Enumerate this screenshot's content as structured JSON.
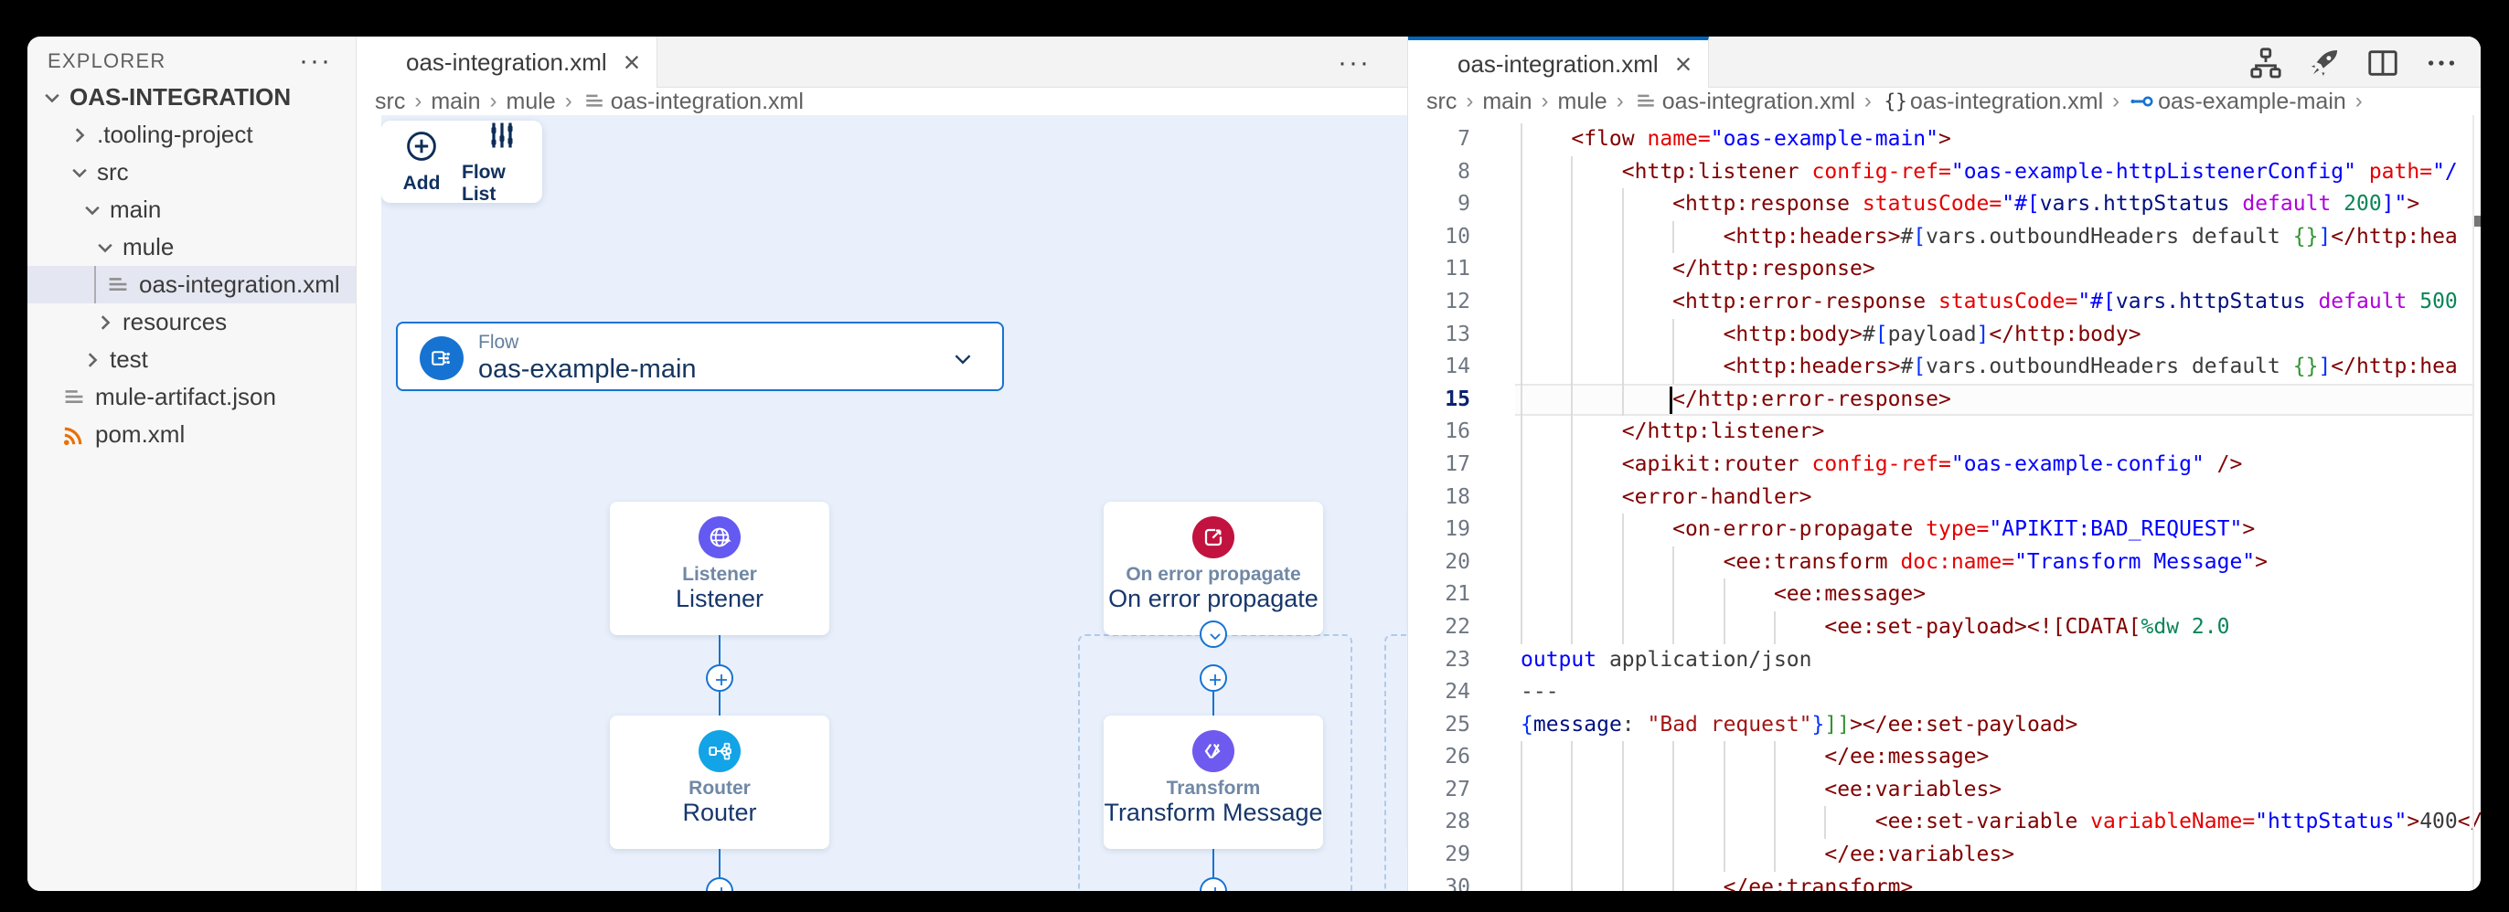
{
  "sidebar": {
    "title": "EXPLORER",
    "tree": [
      {
        "label": "OAS-INTEGRATION",
        "level": 0,
        "kind": "folder",
        "chevron": "down",
        "root": true
      },
      {
        "label": ".tooling-project",
        "level": 1,
        "kind": "folder",
        "chevron": "right"
      },
      {
        "label": "src",
        "level": 1,
        "kind": "folder",
        "chevron": "down"
      },
      {
        "label": "main",
        "level": 2,
        "kind": "folder",
        "chevron": "down"
      },
      {
        "label": "mule",
        "level": 3,
        "kind": "folder",
        "chevron": "down"
      },
      {
        "label": "oas-integration.xml",
        "level": 4,
        "kind": "file",
        "icon": "file-lines-icon",
        "selected": true
      },
      {
        "label": "resources",
        "level": 3,
        "kind": "folder",
        "chevron": "right"
      },
      {
        "label": "test",
        "level": 2,
        "kind": "folder",
        "chevron": "right"
      },
      {
        "label": "mule-artifact.json",
        "level": 1,
        "kind": "file",
        "icon": "file-lines-icon"
      },
      {
        "label": "pom.xml",
        "level": 1,
        "kind": "file",
        "icon": "pom-xml-icon"
      }
    ]
  },
  "canvas_editor": {
    "tab": {
      "label": "oas-integration.xml",
      "close": "×"
    },
    "breadcrumbs": [
      {
        "label": "src"
      },
      {
        "label": "main"
      },
      {
        "label": "mule"
      },
      {
        "label": "oas-integration.xml",
        "icon": "file-lines-icon"
      }
    ],
    "toolbar": {
      "add_label": "Add",
      "flow_list_label": "Flow List"
    },
    "flow_selector": {
      "type_label": "Flow",
      "value": "oas-example-main"
    },
    "columns": [
      {
        "error_scope": false,
        "partial": false,
        "nodes": [
          {
            "subtitle": "Listener",
            "title": "Listener",
            "icon": "globe-listener-icon",
            "color": "#6459f0"
          },
          {
            "subtitle": "Router",
            "title": "Router",
            "icon": "router-icon",
            "color": "#12a4e6"
          }
        ]
      },
      {
        "error_scope": true,
        "partial": false,
        "nodes": [
          {
            "subtitle": "On error propagate",
            "title": "On error propagate",
            "icon": "error-propagate-icon",
            "color": "#c2123f"
          },
          {
            "subtitle": "Transform",
            "title": "Transform Message",
            "icon": "transform-icon",
            "color": "#6e5aee"
          }
        ]
      },
      {
        "error_scope": true,
        "partial": true,
        "nodes": [
          {
            "subtitle": "",
            "title": "",
            "icon": "",
            "color": ""
          },
          {
            "subtitle": "",
            "title": "",
            "icon": "",
            "color": ""
          }
        ]
      }
    ]
  },
  "code_editor": {
    "tab": {
      "label": "oas-integration.xml",
      "close": "×"
    },
    "actions": [
      {
        "name": "flow-diagram-icon"
      },
      {
        "name": "deploy-rocket-icon"
      },
      {
        "name": "split-editor-icon"
      },
      {
        "name": "more-actions-icon"
      }
    ],
    "breadcrumbs": [
      {
        "label": "src"
      },
      {
        "label": "main"
      },
      {
        "label": "mule"
      },
      {
        "label": "oas-integration.xml",
        "icon": "file-lines-icon"
      },
      {
        "label": "oas-integration.xml",
        "icon": "braces-icon"
      },
      {
        "label": "oas-example-main",
        "icon": "symbol-flow-icon"
      }
    ],
    "breadcrumbs_trailing_chevron": true,
    "code": {
      "active_line": 15,
      "cursor": {
        "line": 15,
        "col": 12
      },
      "lines": [
        {
          "n": 7,
          "tokens": [
            [
              "x",
              "    "
            ],
            [
              "t",
              "<flow"
            ],
            [
              "x",
              " "
            ],
            [
              "a",
              "name="
            ],
            [
              "s",
              "\"oas-example-main\""
            ],
            [
              "t",
              ">"
            ]
          ]
        },
        {
          "n": 8,
          "tokens": [
            [
              "x",
              "        "
            ],
            [
              "t",
              "<http:listener"
            ],
            [
              "x",
              " "
            ],
            [
              "a",
              "config-ref="
            ],
            [
              "s",
              "\"oas-example-httpListenerConfig\""
            ],
            [
              "x",
              " "
            ],
            [
              "a",
              "path="
            ],
            [
              "s",
              "\"/"
            ]
          ]
        },
        {
          "n": 9,
          "tokens": [
            [
              "x",
              "            "
            ],
            [
              "t",
              "<http:response"
            ],
            [
              "x",
              " "
            ],
            [
              "a",
              "statusCode="
            ],
            [
              "s",
              "\"#["
            ],
            [
              "v",
              "vars.httpStatus"
            ],
            [
              "x",
              " "
            ],
            [
              "k",
              "default"
            ],
            [
              "x",
              " "
            ],
            [
              "n",
              "200"
            ],
            [
              "s",
              "]\""
            ],
            [
              "t",
              ">"
            ]
          ]
        },
        {
          "n": 10,
          "tokens": [
            [
              "x",
              "                "
            ],
            [
              "t",
              "<http:headers>"
            ],
            [
              "x",
              "#"
            ],
            [
              "b1",
              "["
            ],
            [
              "x",
              "vars.outboundHeaders default "
            ],
            [
              "b2",
              "{}"
            ],
            [
              "b1",
              "]"
            ],
            [
              "t",
              "</http:hea"
            ]
          ]
        },
        {
          "n": 11,
          "tokens": [
            [
              "x",
              "            "
            ],
            [
              "t",
              "</http:response>"
            ]
          ]
        },
        {
          "n": 12,
          "tokens": [
            [
              "x",
              "            "
            ],
            [
              "t",
              "<http:error-response"
            ],
            [
              "x",
              " "
            ],
            [
              "a",
              "statusCode="
            ],
            [
              "s",
              "\"#["
            ],
            [
              "v",
              "vars.httpStatus"
            ],
            [
              "x",
              " "
            ],
            [
              "k",
              "default"
            ],
            [
              "x",
              " "
            ],
            [
              "n",
              "500"
            ]
          ]
        },
        {
          "n": 13,
          "tokens": [
            [
              "x",
              "                "
            ],
            [
              "t",
              "<http:body>"
            ],
            [
              "x",
              "#"
            ],
            [
              "b1",
              "["
            ],
            [
              "x",
              "payload"
            ],
            [
              "b1",
              "]"
            ],
            [
              "t",
              "</http:body>"
            ]
          ]
        },
        {
          "n": 14,
          "tokens": [
            [
              "x",
              "                "
            ],
            [
              "t",
              "<http:headers>"
            ],
            [
              "x",
              "#"
            ],
            [
              "b1",
              "["
            ],
            [
              "x",
              "vars.outboundHeaders default "
            ],
            [
              "b2",
              "{}"
            ],
            [
              "b1",
              "]"
            ],
            [
              "t",
              "</http:hea"
            ]
          ]
        },
        {
          "n": 15,
          "tokens": [
            [
              "x",
              "            "
            ],
            [
              "t",
              "</http:error-response>"
            ]
          ]
        },
        {
          "n": 16,
          "tokens": [
            [
              "x",
              "        "
            ],
            [
              "t",
              "</http:listener>"
            ]
          ]
        },
        {
          "n": 17,
          "tokens": [
            [
              "x",
              "        "
            ],
            [
              "t",
              "<apikit:router"
            ],
            [
              "x",
              " "
            ],
            [
              "a",
              "config-ref="
            ],
            [
              "s",
              "\"oas-example-config\""
            ],
            [
              "x",
              " "
            ],
            [
              "t",
              "/>"
            ]
          ]
        },
        {
          "n": 18,
          "tokens": [
            [
              "x",
              "        "
            ],
            [
              "t",
              "<error-handler>"
            ]
          ]
        },
        {
          "n": 19,
          "tokens": [
            [
              "x",
              "            "
            ],
            [
              "t",
              "<on-error-propagate"
            ],
            [
              "x",
              " "
            ],
            [
              "a",
              "type="
            ],
            [
              "s",
              "\"APIKIT:BAD_REQUEST\""
            ],
            [
              "t",
              ">"
            ]
          ]
        },
        {
          "n": 20,
          "tokens": [
            [
              "x",
              "                "
            ],
            [
              "t",
              "<ee:transform"
            ],
            [
              "x",
              " "
            ],
            [
              "a",
              "doc:name="
            ],
            [
              "s",
              "\"Transform Message\""
            ],
            [
              "t",
              ">"
            ]
          ]
        },
        {
          "n": 21,
          "tokens": [
            [
              "x",
              "                    "
            ],
            [
              "t",
              "<ee:message>"
            ]
          ]
        },
        {
          "n": 22,
          "tokens": [
            [
              "x",
              "                        "
            ],
            [
              "t",
              "<ee:set-payload>"
            ],
            [
              "t",
              "<![CDATA["
            ],
            [
              "g",
              "%dw 2.0"
            ]
          ]
        },
        {
          "n": 23,
          "tokens": [
            [
              "bl",
              "output"
            ],
            [
              "x",
              " application/json"
            ]
          ]
        },
        {
          "n": 24,
          "tokens": [
            [
              "x",
              "---"
            ]
          ]
        },
        {
          "n": 25,
          "tokens": [
            [
              "b1",
              "{"
            ],
            [
              "v",
              "message"
            ],
            [
              "x",
              ": "
            ],
            [
              "s2",
              "\"Bad request\""
            ],
            [
              "b1",
              "}"
            ],
            [
              "b2",
              "]]"
            ],
            [
              "t",
              "></ee:set-payload>"
            ]
          ]
        },
        {
          "n": 26,
          "tokens": [
            [
              "x",
              "                        "
            ],
            [
              "t",
              "</ee:message>"
            ]
          ]
        },
        {
          "n": 27,
          "tokens": [
            [
              "x",
              "                        "
            ],
            [
              "t",
              "<ee:variables>"
            ]
          ]
        },
        {
          "n": 28,
          "tokens": [
            [
              "x",
              "                            "
            ],
            [
              "t",
              "<ee:set-variable"
            ],
            [
              "x",
              " "
            ],
            [
              "a",
              "variableName="
            ],
            [
              "s",
              "\"httpStatus\""
            ],
            [
              "t",
              ">"
            ],
            [
              "x",
              "400"
            ],
            [
              "t",
              "</ee"
            ]
          ]
        },
        {
          "n": 29,
          "tokens": [
            [
              "x",
              "                        "
            ],
            [
              "t",
              "</ee:variables>"
            ]
          ]
        },
        {
          "n": 30,
          "tokens": [
            [
              "x",
              "                "
            ],
            [
              "t",
              "</ee:transform>"
            ]
          ]
        }
      ]
    }
  },
  "colors": {
    "accent_blue": "#1673d2",
    "canvas_bg": "#e9f0fb",
    "tab_active_border": "#0067c0",
    "listener_node": "#6459f0",
    "router_node": "#12a4e6",
    "error_node": "#c2123f",
    "transform_node": "#6e5aee",
    "pom_icon": "#e8710a",
    "selection_row": "#e4e6f1"
  }
}
